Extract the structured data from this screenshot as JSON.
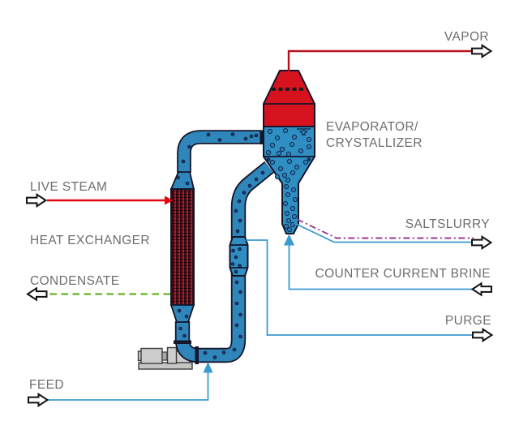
{
  "title": "Evaporator / Crystallizer process flow diagram",
  "labels": {
    "live_steam": "LIVE STEAM",
    "heat_exchanger": "HEAT EXCHANGER",
    "condensate": "CONDENSATE",
    "feed": "FEED",
    "vapor": "VAPOR",
    "evaporator_line1": "EVAPORATOR/",
    "evaporator_line2": "CRYSTALLIZER",
    "saltslurry": "SALTSLURRY",
    "counter_current_brine": "COUNTER CURRENT BRINE",
    "purge": "PURGE"
  },
  "streams": [
    {
      "label": "LIVE STEAM",
      "direction": "in",
      "line_style": "solid",
      "color_key": "c_steam"
    },
    {
      "label": "VAPOR",
      "direction": "out",
      "line_style": "solid",
      "color_key": "c_vapor"
    },
    {
      "label": "CONDENSATE",
      "direction": "out",
      "line_style": "dashed",
      "color_key": "c_green"
    },
    {
      "label": "FEED",
      "direction": "in",
      "line_style": "solid",
      "color_key": "c_flow"
    },
    {
      "label": "SALTSLURRY",
      "direction": "out",
      "line_style": "solid + dash-dot",
      "color_key": "c_flow"
    },
    {
      "label": "COUNTER CURRENT BRINE",
      "direction": "in",
      "line_style": "solid",
      "color_key": "c_flow"
    },
    {
      "label": "PURGE",
      "direction": "out",
      "line_style": "solid",
      "color_key": "c_flow"
    }
  ],
  "icons": {
    "hollow_block_arrow": "outlined block arrow marking stream inlets/outlets",
    "filled_triangle_arrow": "small filled triangle marking flow direction into pipe"
  },
  "colors": {
    "c_pipe": "#2e86ba",
    "c_vessel": "#2f8fc3",
    "c_red": "#d6121f",
    "c_vapor": "#b5121f",
    "c_steam": "#e30613",
    "c_green": "#76b83a",
    "c_flow": "#3a9ad2",
    "c_purple": "#983a90",
    "c_outline": "#15152b",
    "c_bolt": "#1c3566",
    "c_label": "#6d6e71"
  }
}
